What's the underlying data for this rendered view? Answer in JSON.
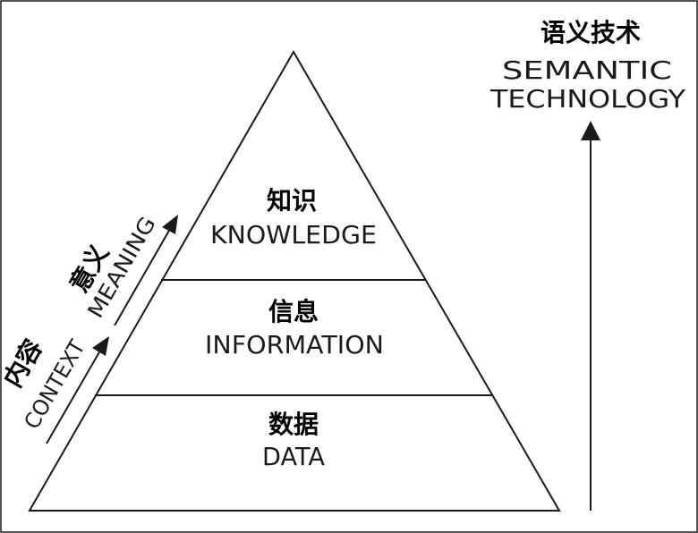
{
  "colors": {
    "stroke": "#1a1a1a",
    "text": "#000000",
    "background": "#ffffff"
  },
  "pyramid": {
    "tiers": [
      {
        "zh": "知识",
        "en": "KNOWLEDGE"
      },
      {
        "zh": "信息",
        "en": "INFORMATION"
      },
      {
        "zh": "数据",
        "en": "DATA"
      }
    ]
  },
  "left_arrows": {
    "meaning": {
      "zh": "意义",
      "en": "MEANING"
    },
    "context": {
      "zh": "内容",
      "en": "CONTEXT"
    }
  },
  "right_arrow": {
    "zh": "语义技术",
    "en_line1": "SEMANTIC",
    "en_line2": "TECHNOLOGY"
  }
}
